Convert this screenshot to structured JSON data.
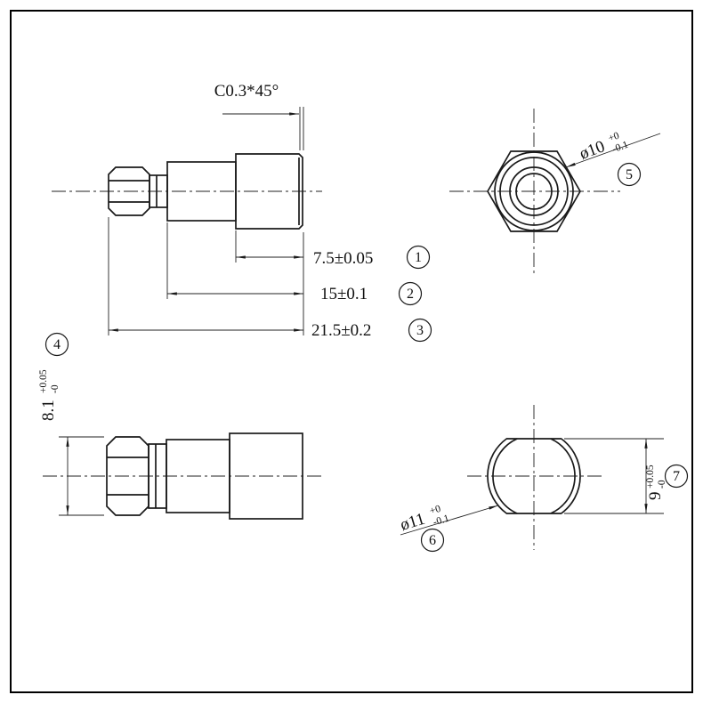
{
  "drawing": {
    "background": "#ffffff",
    "line_color": "#1a1a1a",
    "chamfer_note": "C0.3*45°",
    "dims": {
      "d1": {
        "text": "7.5±0.05",
        "num": "1"
      },
      "d2": {
        "text": "15±0.1",
        "num": "2"
      },
      "d3": {
        "text": "21.5±0.2",
        "num": "3"
      },
      "d4": {
        "value": "8.1",
        "tol_plus": "+0.05",
        "tol_minus": "-0",
        "num": "4"
      },
      "d5": {
        "value": "ø10",
        "tol_plus": "+0",
        "tol_minus": "-0.1",
        "num": "5"
      },
      "d6": {
        "value": "ø11",
        "tol_plus": "+0",
        "tol_minus": "-0.1",
        "num": "6"
      },
      "d7": {
        "value": "9",
        "tol_plus": "+0.05",
        "tol_minus": "-0",
        "num": "7"
      }
    }
  }
}
